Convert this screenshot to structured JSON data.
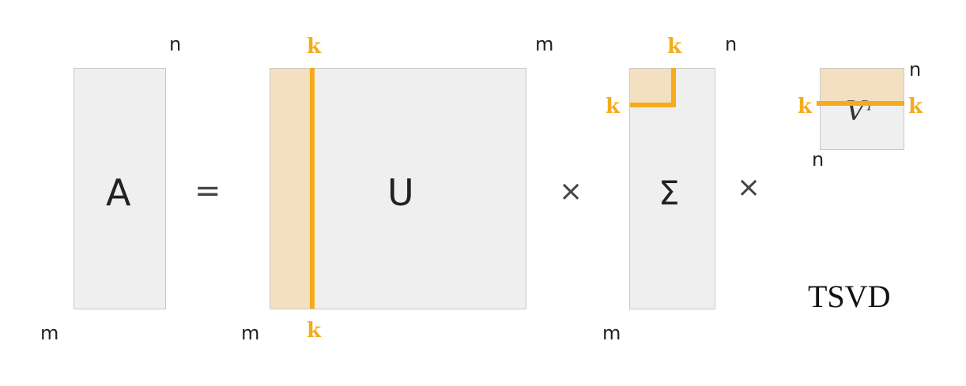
{
  "colors": {
    "highlight_fill": "#f3e0c0",
    "highlight_line": "#f5ab1c",
    "matrix_fill": "#efefef",
    "matrix_border": "#c9c9c9"
  },
  "matrix_a": {
    "symbol": "A",
    "cols_label": "n",
    "rows_label": "m"
  },
  "equals_sign": "=",
  "matrix_u": {
    "symbol": "U",
    "cols_label": "m",
    "rows_label": "m",
    "k_top": "k",
    "k_bottom": "k"
  },
  "times_sign_1": "×",
  "matrix_sigma": {
    "symbol": "Σ",
    "cols_label": "n",
    "rows_label": "m",
    "k_top": "k",
    "k_left": "k"
  },
  "times_sign_2": "×",
  "matrix_vt": {
    "symbol": "V",
    "superscript": "T",
    "cols_label": "n",
    "rows_label": "n",
    "k_left": "k",
    "k_right": "k"
  },
  "caption": "TSVD"
}
